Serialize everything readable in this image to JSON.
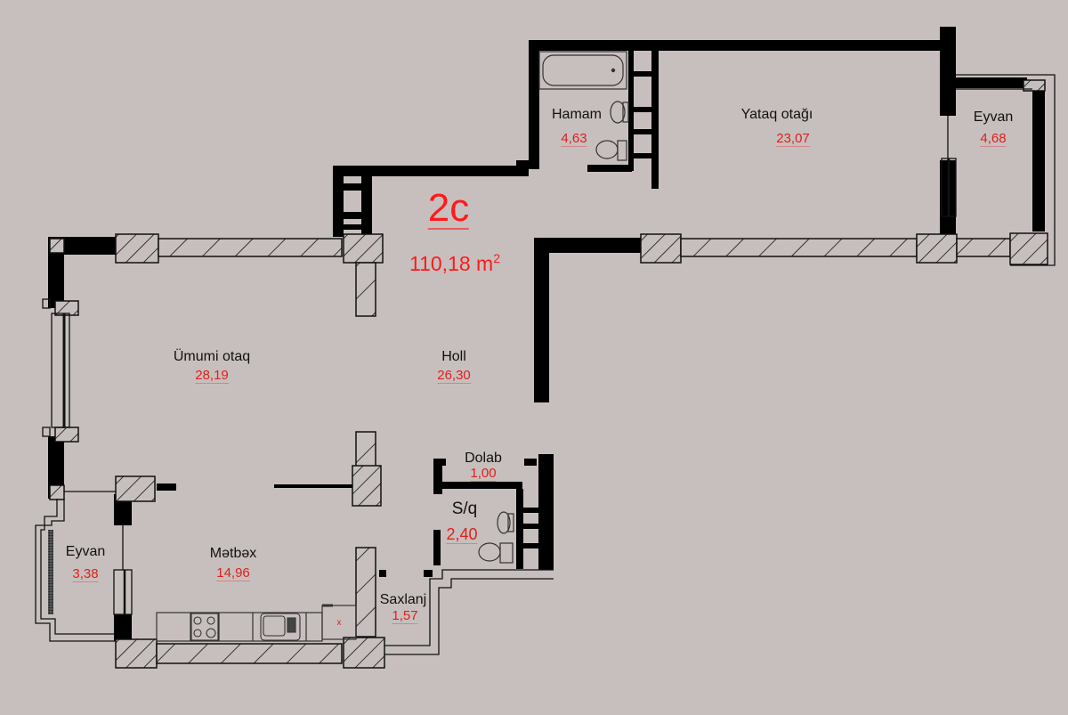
{
  "unit": {
    "code": "2c",
    "total_area": "110,18",
    "area_unit": "m",
    "area_unit_exp": "2"
  },
  "rooms": [
    {
      "id": "hamam",
      "name": "Hamam",
      "area": "4,63"
    },
    {
      "id": "yataq-otagi",
      "name": "Yataq  otağı",
      "area": "23,07"
    },
    {
      "id": "eyvan-bedroom",
      "name": "Eyvan",
      "area": "4,68"
    },
    {
      "id": "umumi-otaq",
      "name": "Ümumi  otaq",
      "area": "28,19"
    },
    {
      "id": "holl",
      "name": "Holl",
      "area": "26,30"
    },
    {
      "id": "dolab",
      "name": "Dolab",
      "area": "1,00"
    },
    {
      "id": "sanitary",
      "name": "S/q",
      "area": "2,40"
    },
    {
      "id": "eyvan-kitchen",
      "name": "Eyvan",
      "area": "3,38"
    },
    {
      "id": "metbex",
      "name": "Mətbəx",
      "area": "14,96"
    },
    {
      "id": "saxlanc",
      "name": "Saxlanj",
      "area": "1,57"
    }
  ],
  "colors": {
    "background": "#c7bfbe",
    "wall": "#000000",
    "label_text": "#111111",
    "area_text": "#e0201c",
    "unit_text": "#ff1a1a"
  },
  "fixtures": [
    "bathtub",
    "toilet",
    "sink",
    "stove",
    "kitchen-sink",
    "ventilation-shaft"
  ]
}
